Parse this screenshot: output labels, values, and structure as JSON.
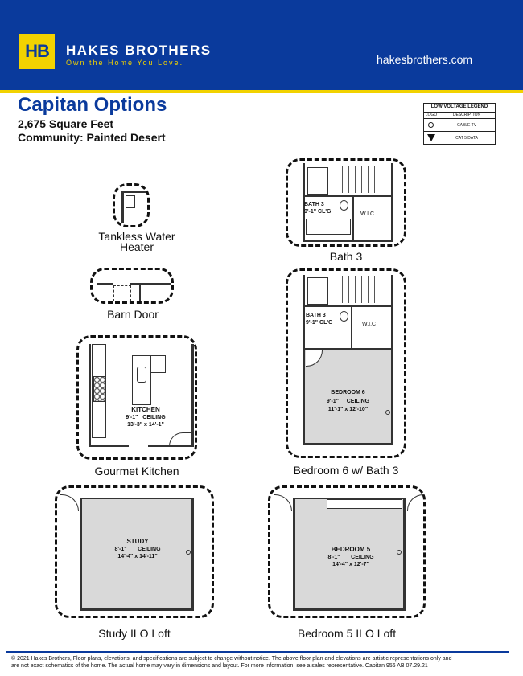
{
  "header": {
    "logo_text": "HB",
    "brand_name": "HAKES BROTHERS",
    "tagline": "Own the Home You Love.",
    "website": "hakesbrothers.com",
    "brand_color": "#0a3a9c",
    "accent_color": "#f2d200"
  },
  "title": "Capitan Options",
  "square_feet": "2,675 Square Feet",
  "community": "Community: Painted Desert",
  "legend": {
    "title": "LOW VOLTAGE LEGEND",
    "col_logo": "LOGO",
    "col_desc": "DESCRIPTION",
    "rows": [
      "CABLE TV",
      "CAT 5 DATA"
    ]
  },
  "plans": {
    "bath3": {
      "label": "Bath 3",
      "room_name": "BATH 3",
      "room_ceiling": "9'-1\" CL'G",
      "wic": "W.I.C"
    },
    "tankless": {
      "label_line1": "Tankless Water",
      "label_line2": "Heater"
    },
    "barn": {
      "label": "Barn Door"
    },
    "bedroom6": {
      "label": "Bedroom 6 w/ Bath 3",
      "bath_name": "BATH 3",
      "bath_ceiling": "9'-1\" CL'G",
      "wic": "W.I.C",
      "room_name": "BEDROOM 6",
      "ceiling": "9'-1\"     CEILING",
      "dims": "11'-1\" x 12'-10\""
    },
    "kitchen": {
      "label": "Gourmet Kitchen",
      "room_name": "KITCHEN",
      "ceiling": "9'-1\"   CEILING",
      "dims": "13'-3\" x 14'-1\""
    },
    "study": {
      "label": "Study ILO Loft",
      "room_name": "STUDY",
      "ceiling": "8'-1\"       CEILING",
      "dims": "14'-4\" x 14'-11\""
    },
    "bedroom5": {
      "label": "Bedroom 5 ILO Loft",
      "room_name": "BEDROOM 5",
      "ceiling": "8'-1\"       CEILING",
      "dims": "14'-4\" x 12'-7\""
    }
  },
  "footer": {
    "line1": "© 2021 Hakes Brothers, Floor plans, elevations, and specifications are subject to change without notice. The above floor plan and elevations are artistic representations only and",
    "line2": "are not exact schematics of the home. The actual home may vary in dimensions and layout. For more information, see a sales representative.  Capitan  956 AB 07.29.21"
  }
}
